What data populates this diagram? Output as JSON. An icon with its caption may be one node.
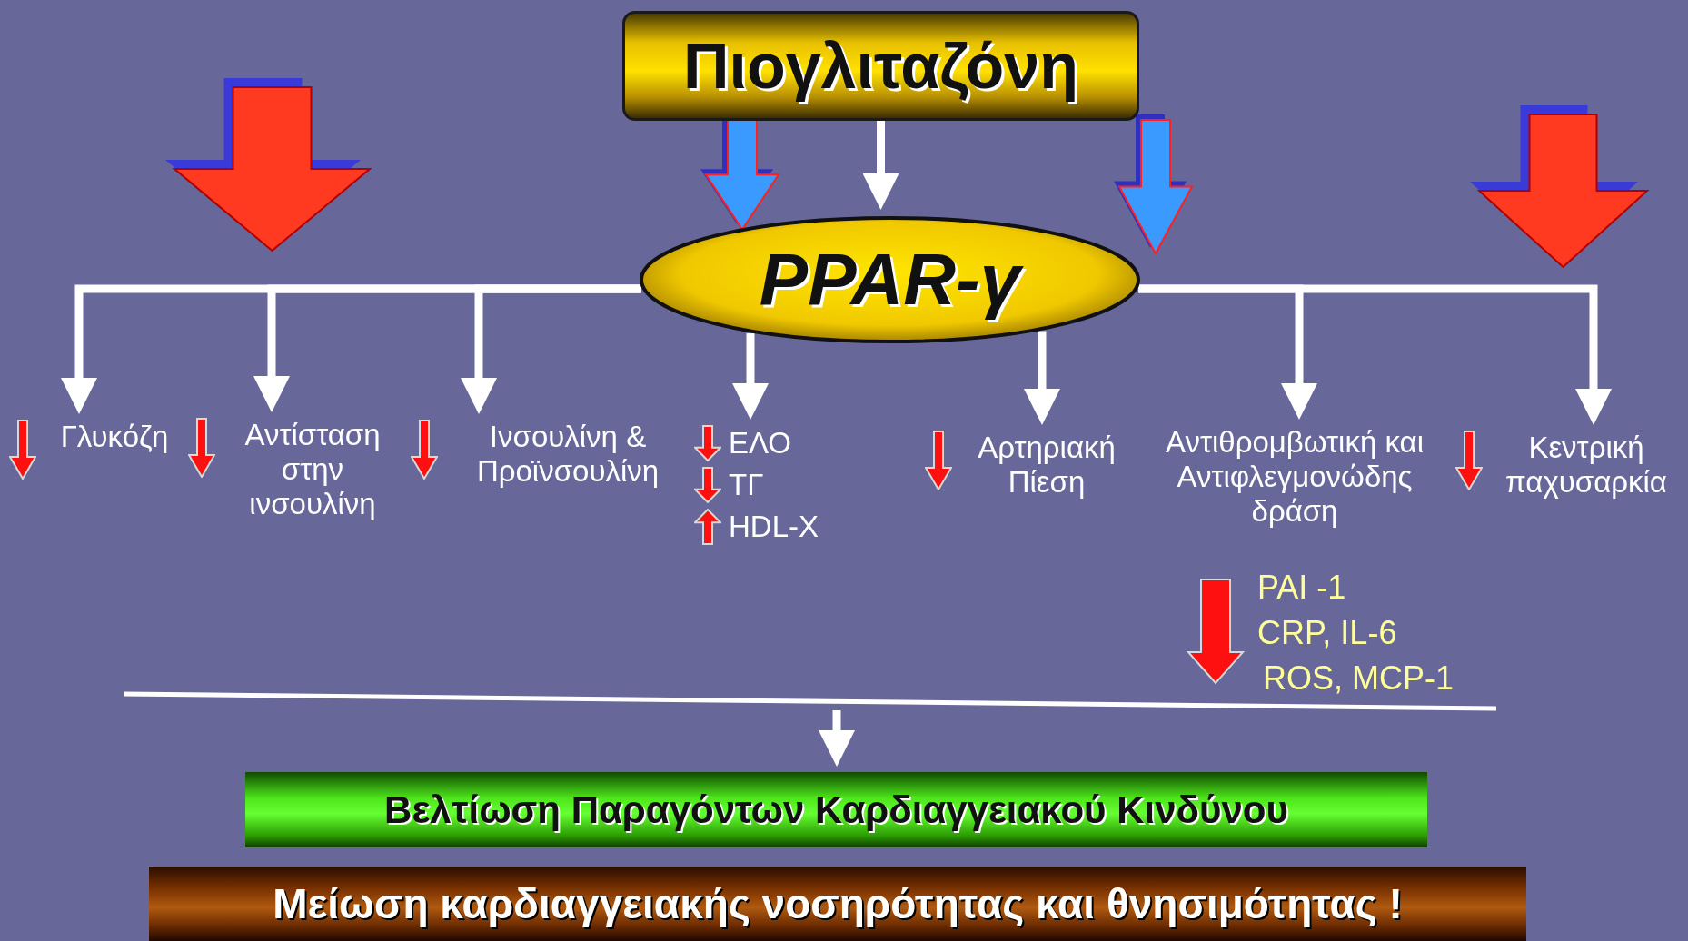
{
  "diagram": {
    "nodes": [
      {
        "text": [
          "Πιογλιταζόνη"
        ]
      },
      {
        "text": [
          "PPAR-γ"
        ]
      },
      {
        "text": [
          "Γλυκόζη"
        ]
      },
      {
        "text": [
          "Αντίσταση στην ινσουλίνη"
        ]
      },
      {
        "text": [
          "Ινσουλίνη & Προϊνσουλίνη"
        ]
      },
      {
        "text": [
          "ΕΛΟ",
          "ΤΓ",
          "HDL-X"
        ]
      },
      {
        "text": [
          "Αρτηριακή Πίεση"
        ]
      },
      {
        "text": [
          "Αντιθρομβωτική και Αντιφλεγμονώδης δράση"
        ]
      },
      {
        "text": [
          "Κεντρική παχυσαρκία"
        ]
      },
      {
        "text": [
          "Βελτίωση Παραγόντων Καρδιαγγειακού Κινδύνου"
        ]
      },
      {
        "text": [
          "Μείωση καρδιαγγειακής νοσηρότητας και θνησιμότητας !"
        ]
      }
    ],
    "edges": [
      {
        "from": 0,
        "to": 1,
        "arrow": "to"
      },
      {
        "from": 1,
        "to": 2,
        "arrow": "to"
      },
      {
        "from": 1,
        "to": 3,
        "arrow": "to"
      },
      {
        "from": 1,
        "to": 4,
        "arrow": "to"
      },
      {
        "from": 1,
        "to": 5,
        "arrow": "to"
      },
      {
        "from": 1,
        "to": 6,
        "arrow": "to"
      },
      {
        "from": 1,
        "to": 7,
        "arrow": "to"
      },
      {
        "from": 1,
        "to": 8,
        "arrow": "to"
      },
      {
        "from": null,
        "to": 9,
        "arrow": "to"
      },
      {
        "from": null,
        "to": 1,
        "arrow": "to",
        "style": "thick",
        "color": "#3a9aff"
      },
      {
        "from": null,
        "to": 1,
        "arrow": "to",
        "style": "thick",
        "color": "#3a9aff"
      }
    ],
    "labels": [
      "PAI -1",
      "CRP, IL-6",
      "ROS, MCP-1"
    ]
  }
}
